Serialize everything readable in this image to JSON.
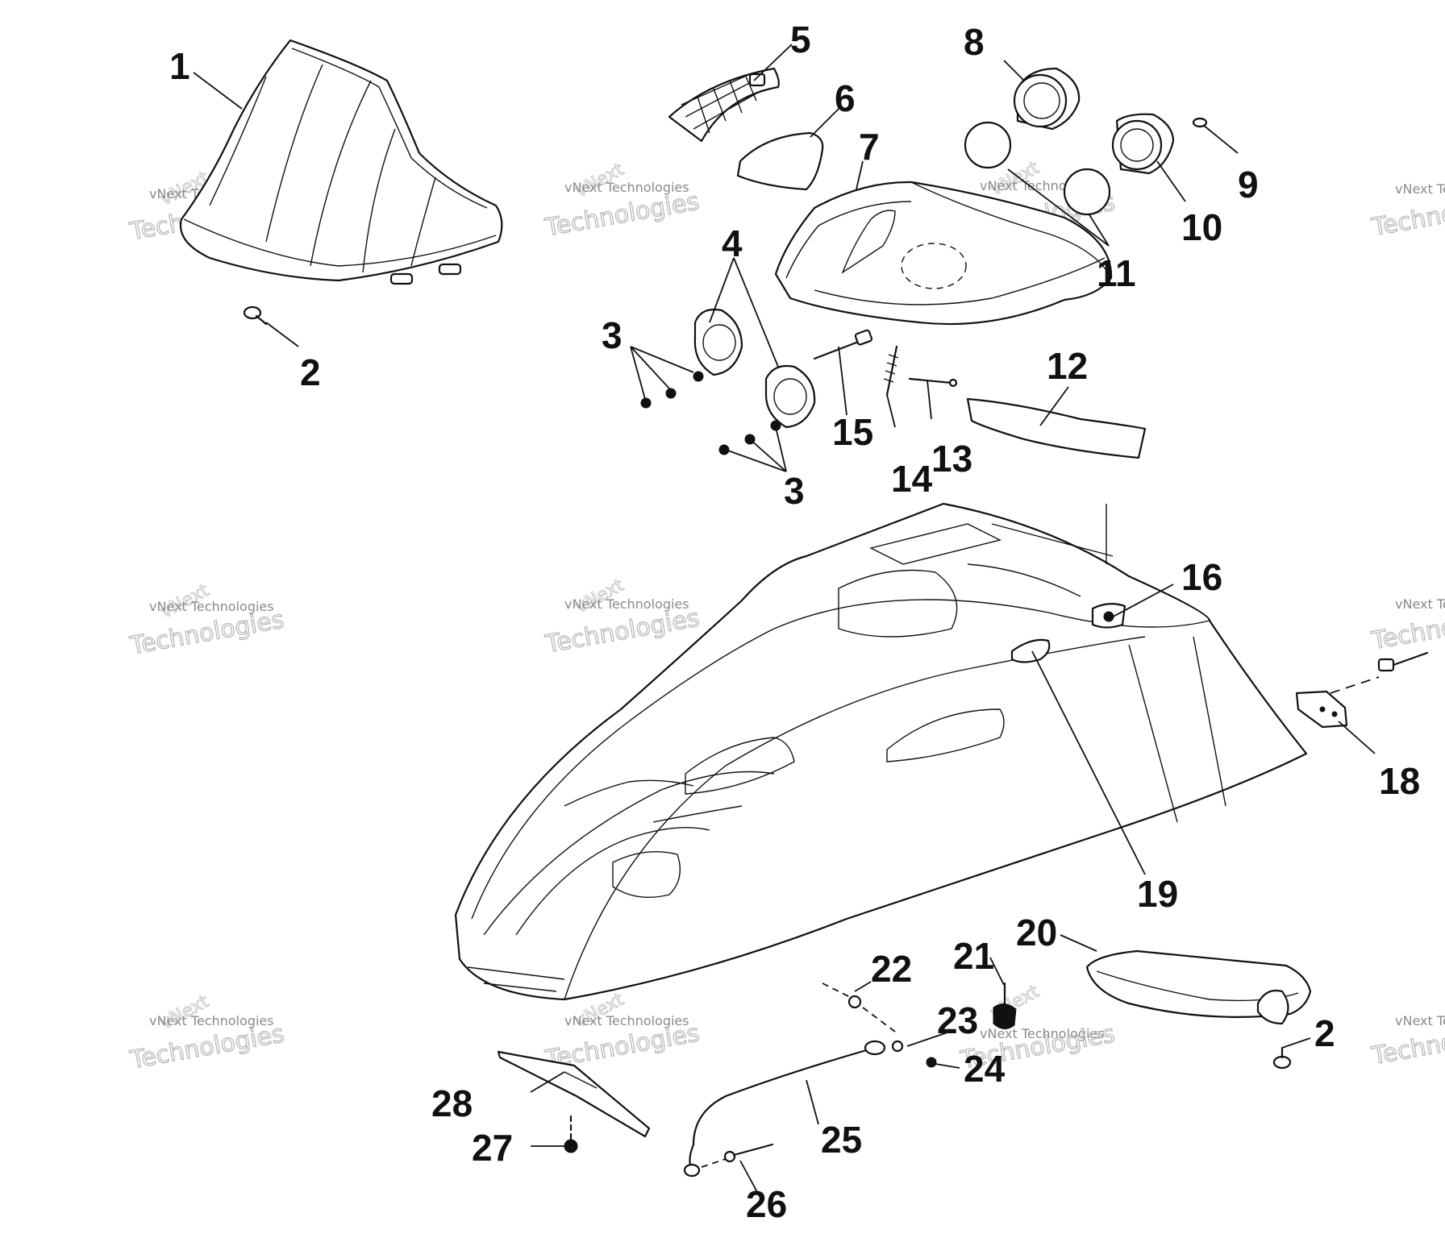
{
  "diagram": {
    "part_numbers": [
      "1",
      "2",
      "3",
      "4",
      "5",
      "6",
      "7",
      "8",
      "9",
      "10",
      "11",
      "12",
      "13",
      "14",
      "15",
      "16",
      "18",
      "19",
      "20",
      "21",
      "22",
      "23",
      "24",
      "25",
      "26",
      "27",
      "28"
    ],
    "extra_labels": {
      "label_2b": "2",
      "label_3b": "3"
    }
  },
  "watermark": {
    "small_text": "vNext Technologies",
    "large_text": "Technologies",
    "tilted_text": "vNext"
  }
}
